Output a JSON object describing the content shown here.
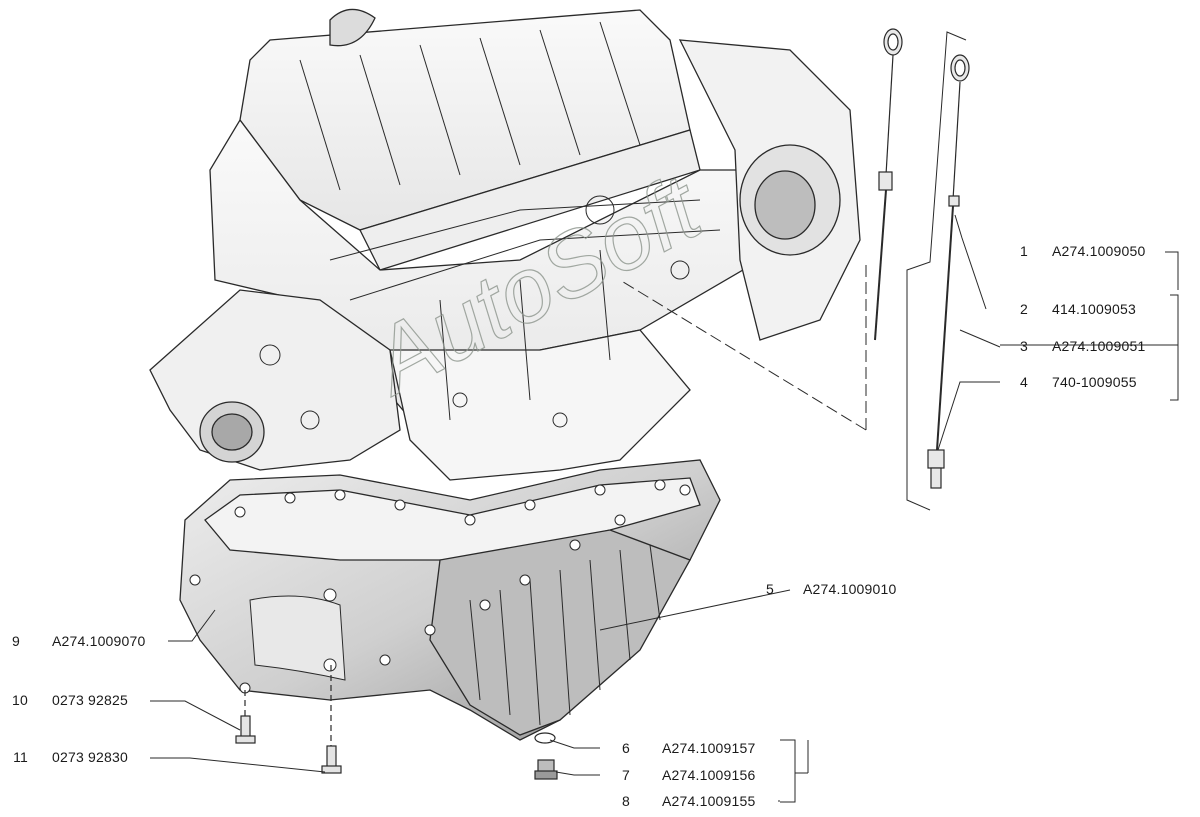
{
  "watermark": "AutoSoft",
  "callouts": [
    {
      "num": "1",
      "part": "A274.1009050"
    },
    {
      "num": "2",
      "part": "414.1009053"
    },
    {
      "num": "3",
      "part": "A274.1009051"
    },
    {
      "num": "4",
      "part": "740-1009055"
    },
    {
      "num": "5",
      "part": "A274.1009010"
    },
    {
      "num": "6",
      "part": "A274.1009157"
    },
    {
      "num": "7",
      "part": "A274.1009156"
    },
    {
      "num": "8",
      "part": "A274.1009155"
    },
    {
      "num": "9",
      "part": "A274.1009070"
    },
    {
      "num": "10",
      "part": "0273 92825"
    },
    {
      "num": "11",
      "part": "0273 92830"
    }
  ],
  "colors": {
    "line": "#2a2a2a",
    "fill_light": "#f4f4f4",
    "fill_mid": "#d9d9d9",
    "fill_dark": "#9d9d9d"
  }
}
